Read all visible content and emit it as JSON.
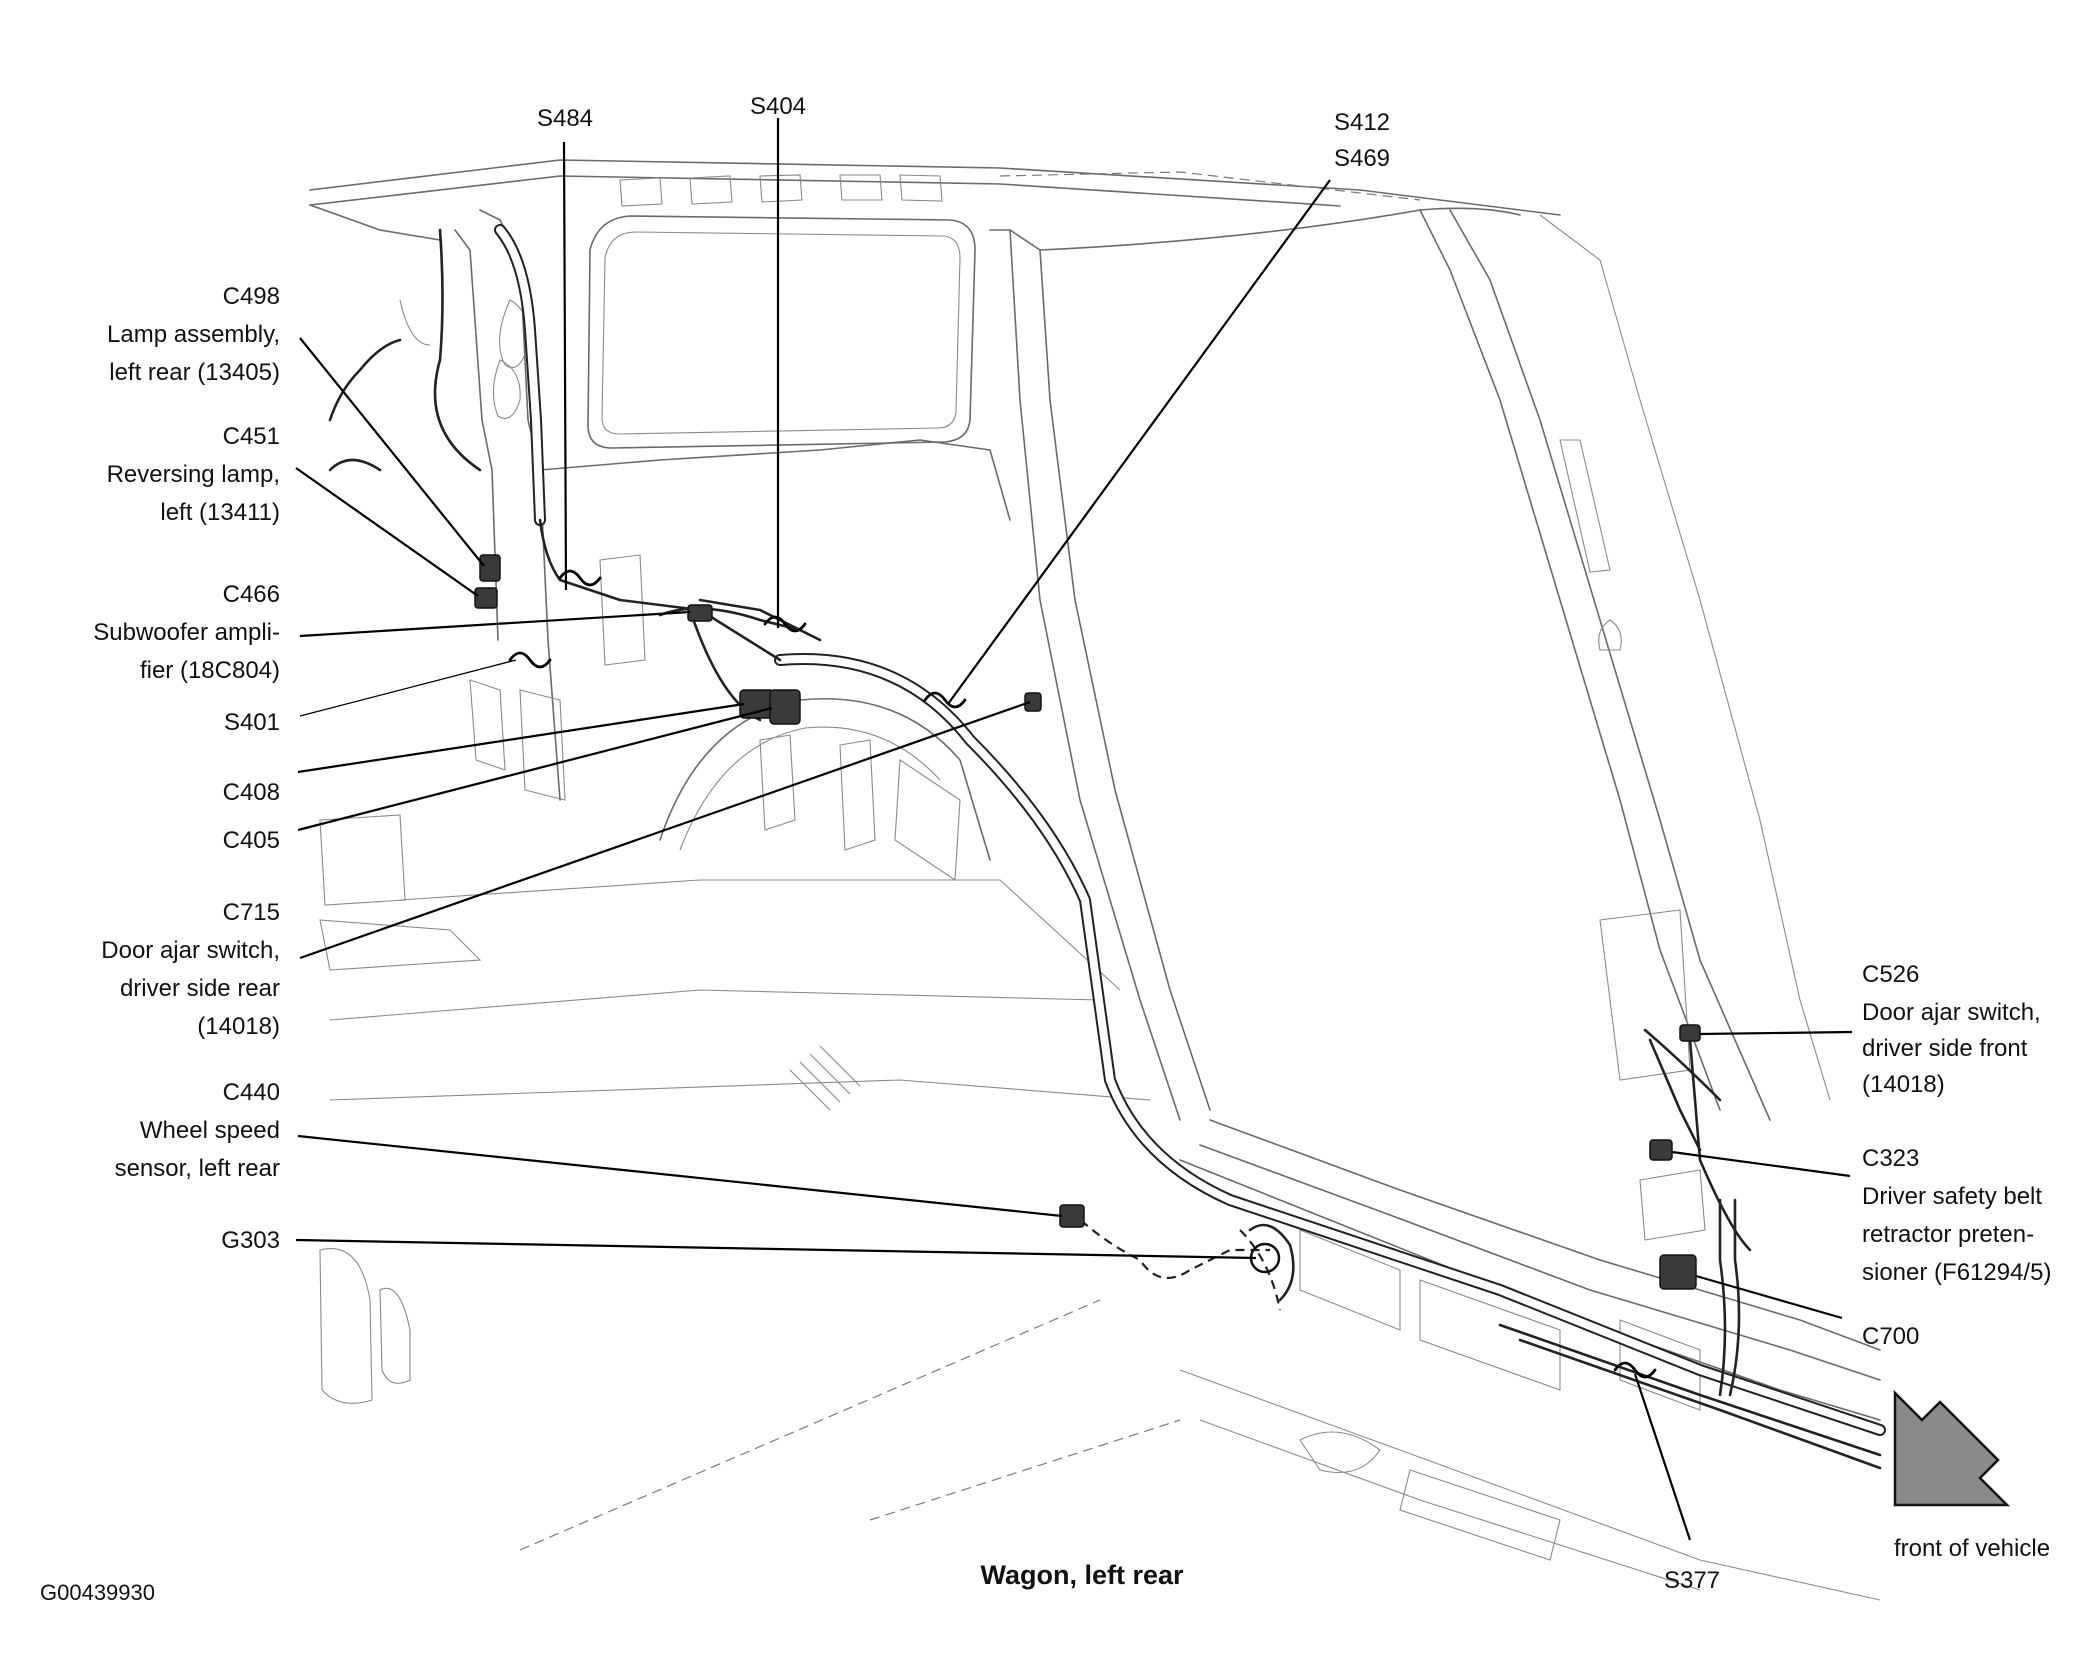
{
  "figure_id": "G00439930",
  "caption": "Wagon, left rear",
  "direction": "front of vehicle",
  "labels": {
    "s484": "S484",
    "s404": "S404",
    "s412": "S412",
    "s469": "S469",
    "c498": [
      "C498",
      "Lamp assembly,",
      "left rear (13405)"
    ],
    "c451": [
      "C451",
      "Reversing lamp,",
      "left (13411)"
    ],
    "c466": [
      "C466",
      "Subwoofer ampli-",
      "fier (18C804)"
    ],
    "s401": "S401",
    "c408": "C408",
    "c405": "C405",
    "c715": [
      "C715",
      "Door ajar switch,",
      "driver side rear",
      "(14018)"
    ],
    "c440": [
      "C440",
      "Wheel speed",
      "sensor, left rear"
    ],
    "g303": "G303",
    "c526": [
      "C526",
      "Door ajar switch,",
      "driver side front",
      "(14018)"
    ],
    "c323": [
      "C323",
      "Driver safety belt",
      "retractor preten-",
      "sioner (F61294/5)"
    ],
    "c700": "C700",
    "s377": "S377"
  },
  "colors": {
    "ink": "#111111",
    "body_lines": "#6a6a6a",
    "arrow_fill": "#8a8a8a"
  }
}
